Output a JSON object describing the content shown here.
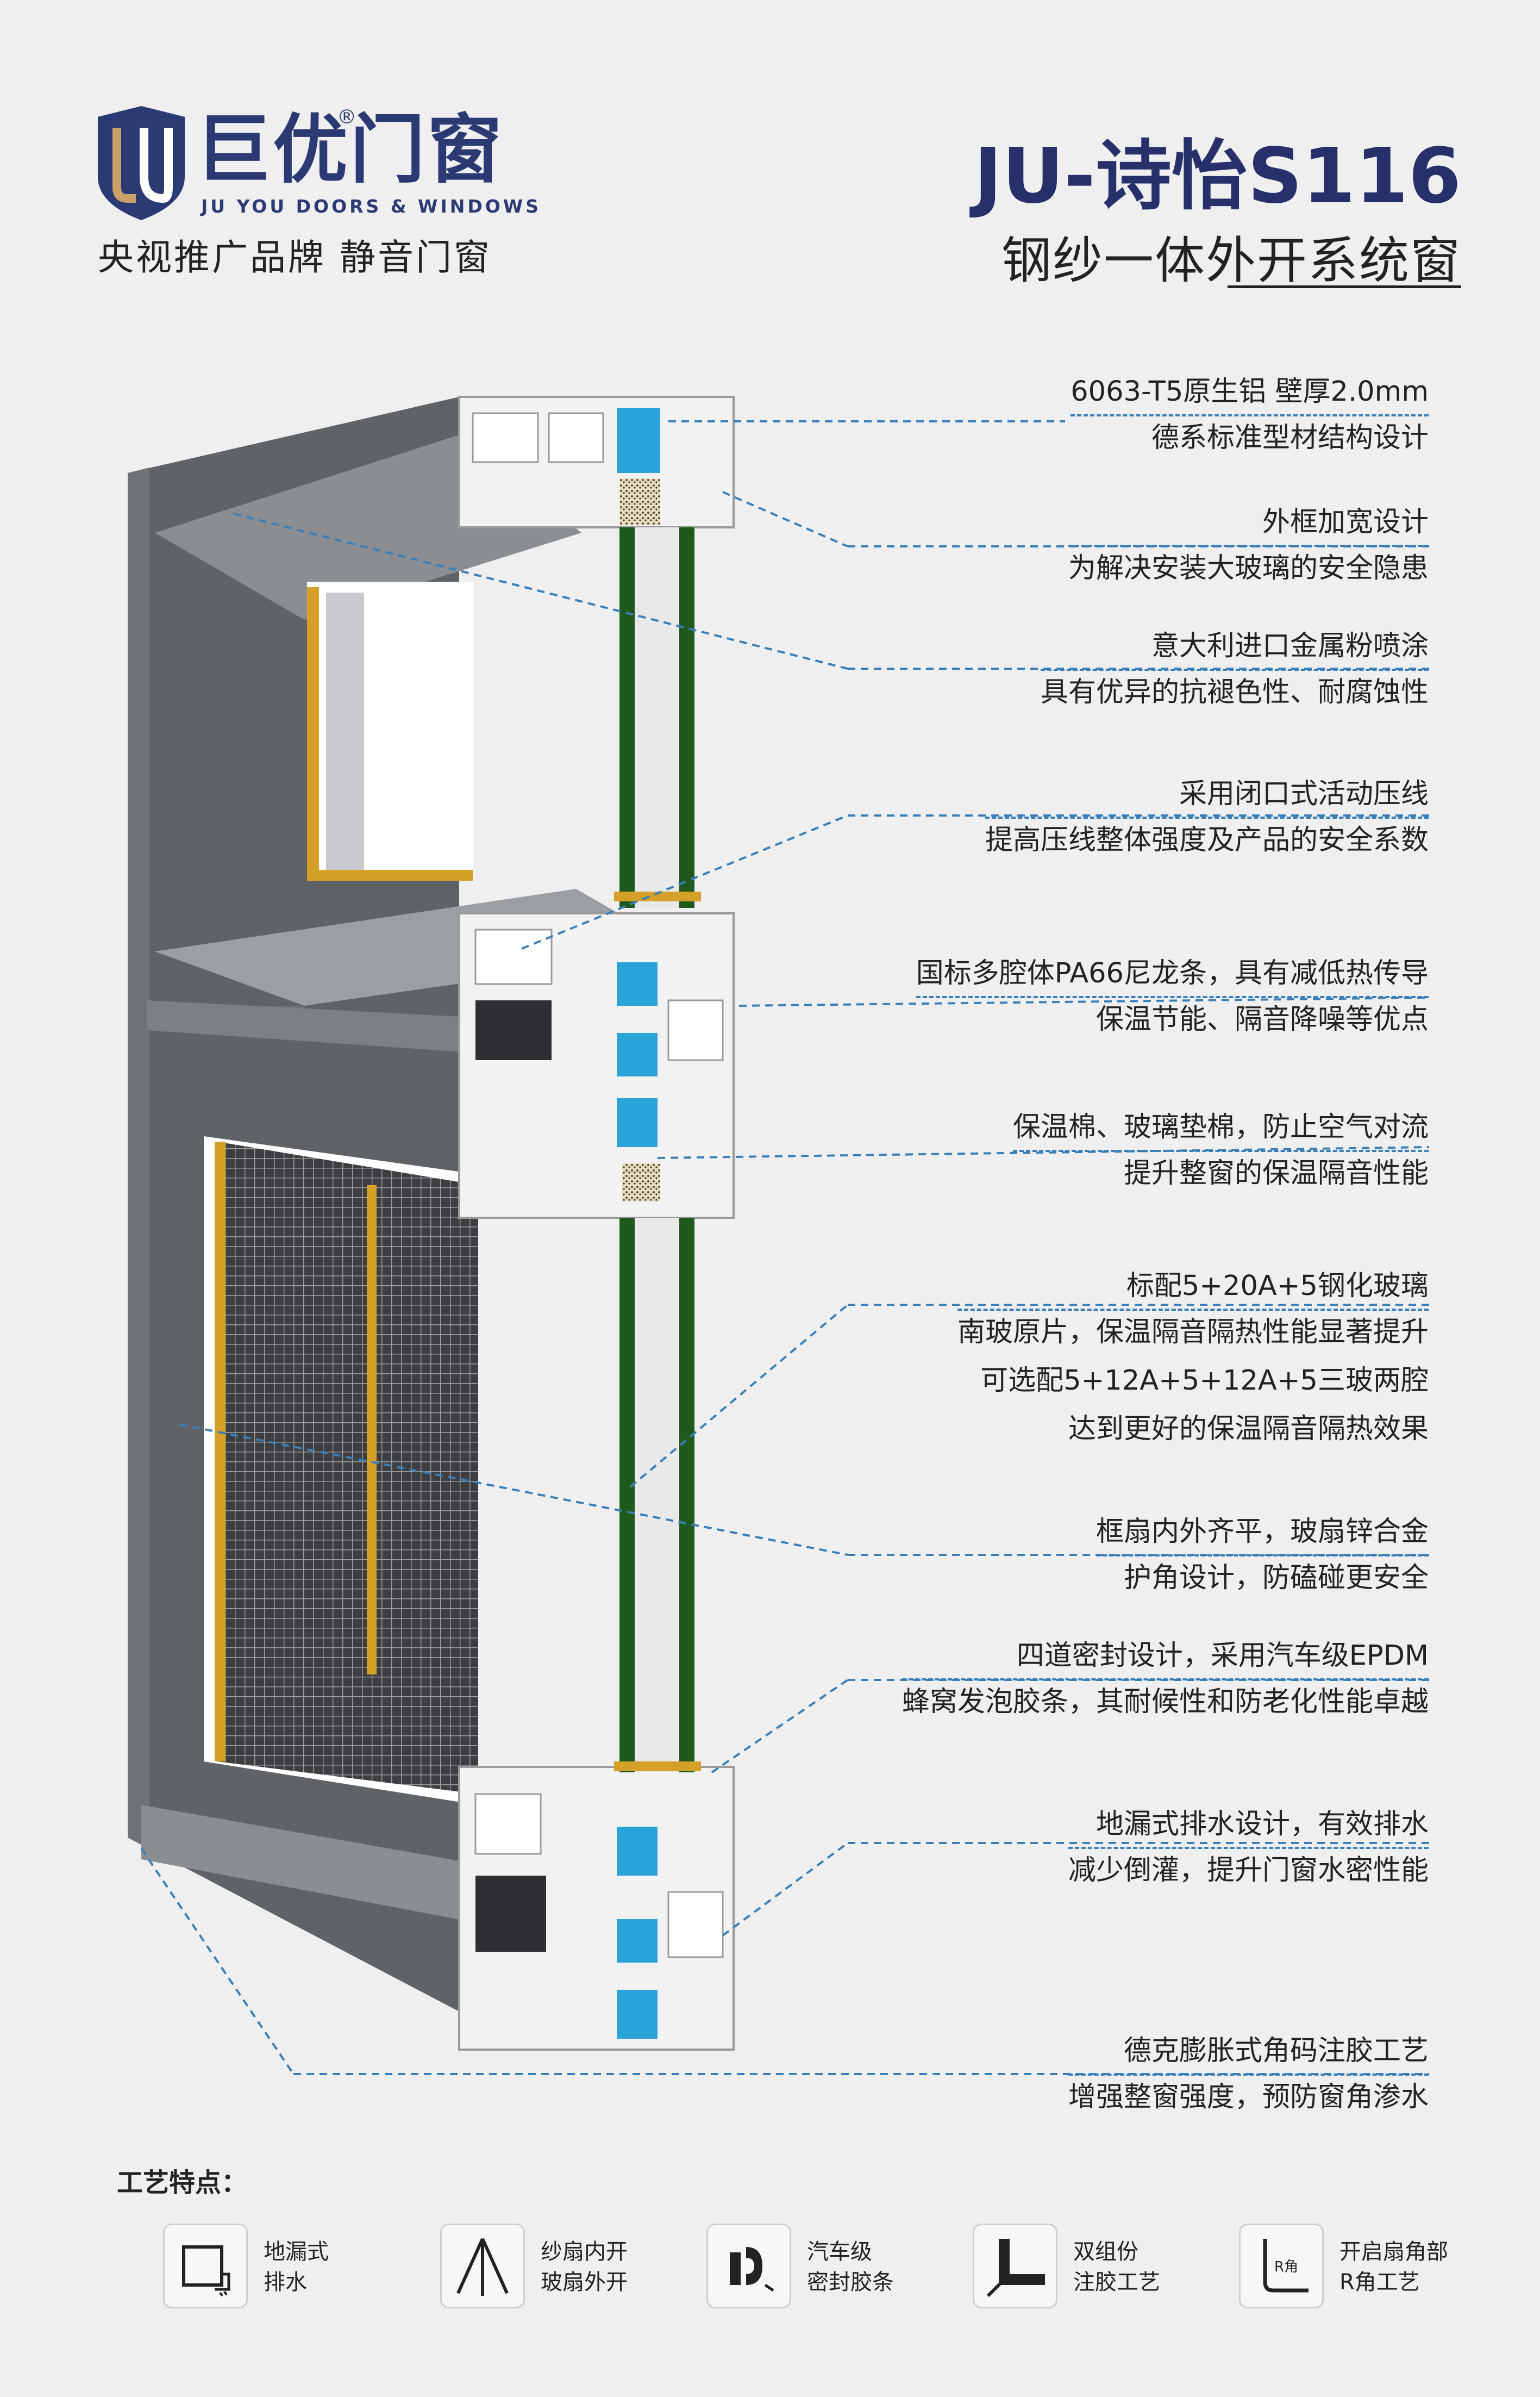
{
  "header": {
    "brand_cn": "巨优门窗",
    "brand_reg": "®",
    "brand_en": "JU YOU DOORS & WINDOWS",
    "tagline": "央视推广品牌  静音门窗",
    "model": "JU-诗怡S116",
    "subtitle": "钢纱一体外开系统窗"
  },
  "features": [
    {
      "line1": "6063-T5原生铝 壁厚2.0mm",
      "line2": "德系标准型材结构设计"
    },
    {
      "line1": "外框加宽设计",
      "line2": "为解决安装大玻璃的安全隐患"
    },
    {
      "line1": "意大利进口金属粉喷涂",
      "line2": "具有优异的抗褪色性、耐腐蚀性"
    },
    {
      "line1": "采用闭口式活动压线",
      "line2": "提高压线整体强度及产品的安全系数"
    },
    {
      "line1": "国标多腔体PA66尼龙条，具有减低热传导",
      "line2": "保温节能、隔音降噪等优点"
    },
    {
      "line1": "保温棉、玻璃垫棉，防止空气对流",
      "line2": "提升整窗的保温隔音性能"
    },
    {
      "line1": "标配5+20A+5钢化玻璃",
      "line2": "南玻原片，保温隔音隔热性能显著提升",
      "line3": "可选配5+12A+5+12A+5三玻两腔",
      "line4": "达到更好的保温隔音隔热效果"
    },
    {
      "line1": "框扇内外齐平，玻扇锌合金",
      "line2": "护角设计，防磕碰更安全"
    },
    {
      "line1": "四道密封设计，采用汽车级EPDM",
      "line2": "蜂窝发泡胶条，其耐候性和防老化性能卓越"
    },
    {
      "line1": "地漏式排水设计，有效排水",
      "line2": "减少倒灌，提升门窗水密性能"
    },
    {
      "line1": "德克膨胀式角码注胶工艺",
      "line2": "增强整窗强度，预防窗角渗水"
    }
  ],
  "craft": {
    "title": "工艺特点：",
    "items": [
      {
        "icon": "floor-drain-icon",
        "line1": "地漏式",
        "line2": "排水"
      },
      {
        "icon": "screen-open-icon",
        "line1": "纱扇内开",
        "line2": "玻扇外开"
      },
      {
        "icon": "seal-strip-icon",
        "line1": "汽车级",
        "line2": "密封胶条"
      },
      {
        "icon": "corner-joint-icon",
        "line1": "双组份",
        "line2": "注胶工艺"
      },
      {
        "icon": "r-corner-icon",
        "line1": "开启扇角部",
        "line2": "R角工艺",
        "icon_text": "R角"
      }
    ]
  },
  "colors": {
    "brand_navy": "#2b3a73",
    "frame_gray": "#5f6266",
    "leader_blue": "#3a7fb8",
    "gasket_blue": "#2aa3d8",
    "glass_green": "#1f5a1c",
    "accent_gold": "#d4a028"
  }
}
